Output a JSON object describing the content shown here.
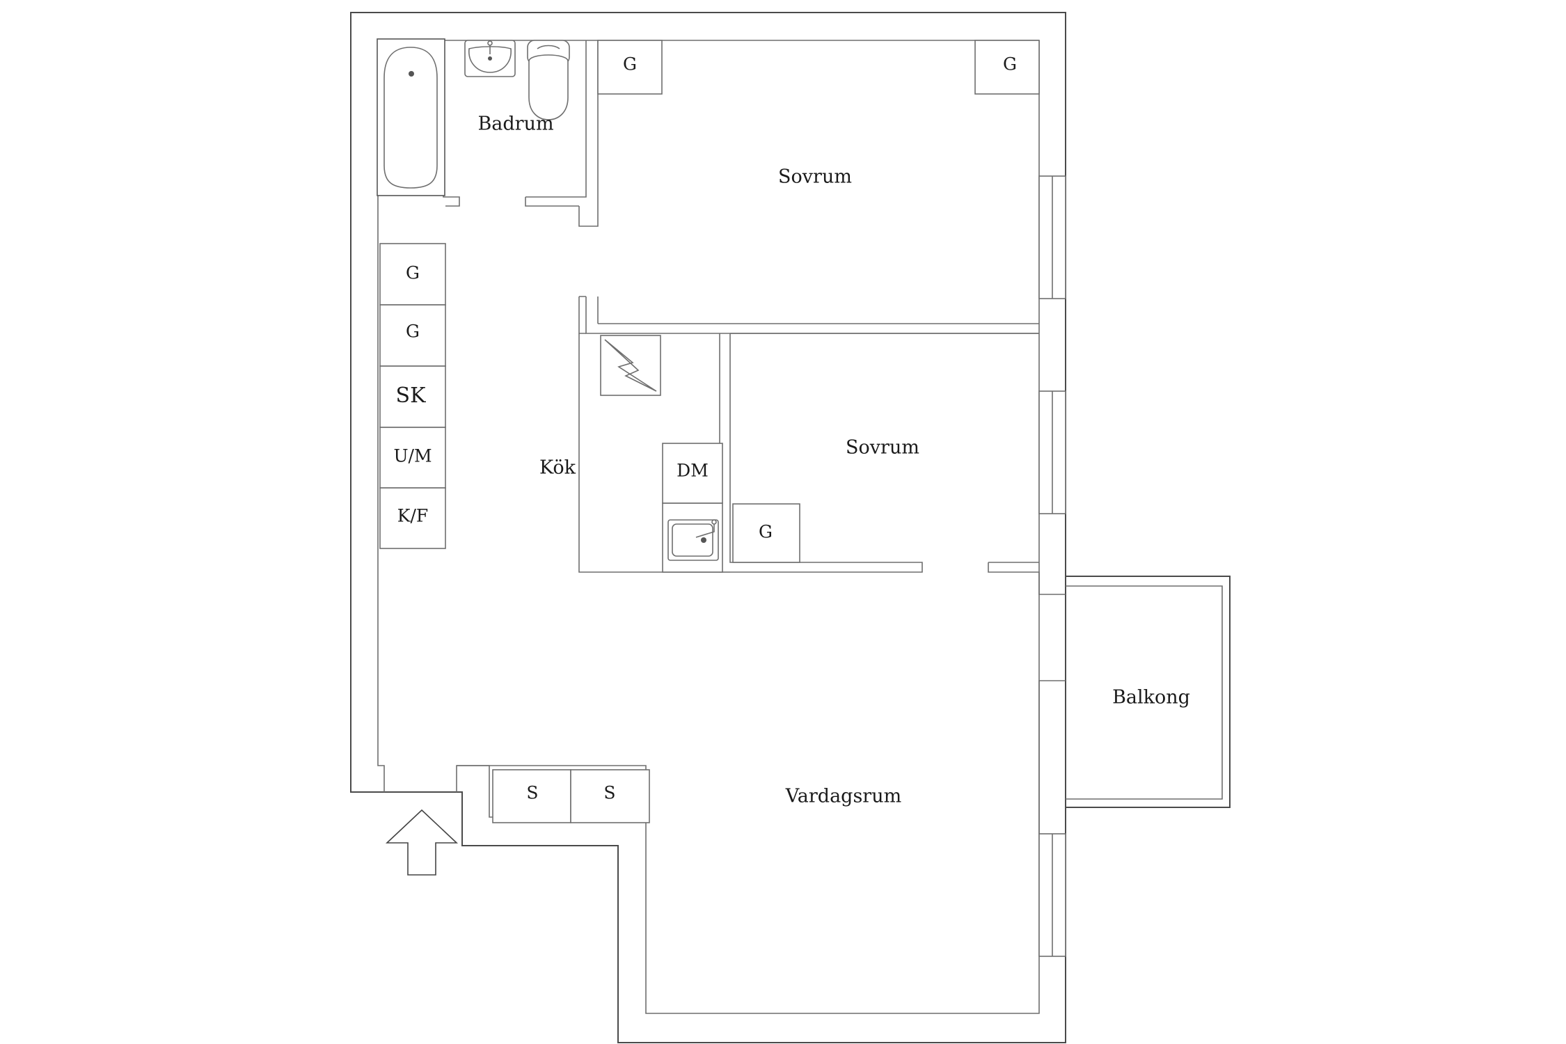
{
  "rooms": {
    "badrum": "Badrum",
    "sovrum_1": "Sovrum",
    "sovrum_2": "Sovrum",
    "kok": "Kök",
    "vardagsrum": "Vardagsrum",
    "balkong": "Balkong"
  },
  "cabinets": {
    "sovrum1_left": "G",
    "sovrum1_right": "G",
    "kok_g1": "G",
    "kok_g2": "G",
    "kok_sk": "SK",
    "kok_um": "U/M",
    "kok_kf": "K/F",
    "dm": "DM",
    "sovrum2_g": "G",
    "hall_s1": "S",
    "hall_s2": "S"
  }
}
